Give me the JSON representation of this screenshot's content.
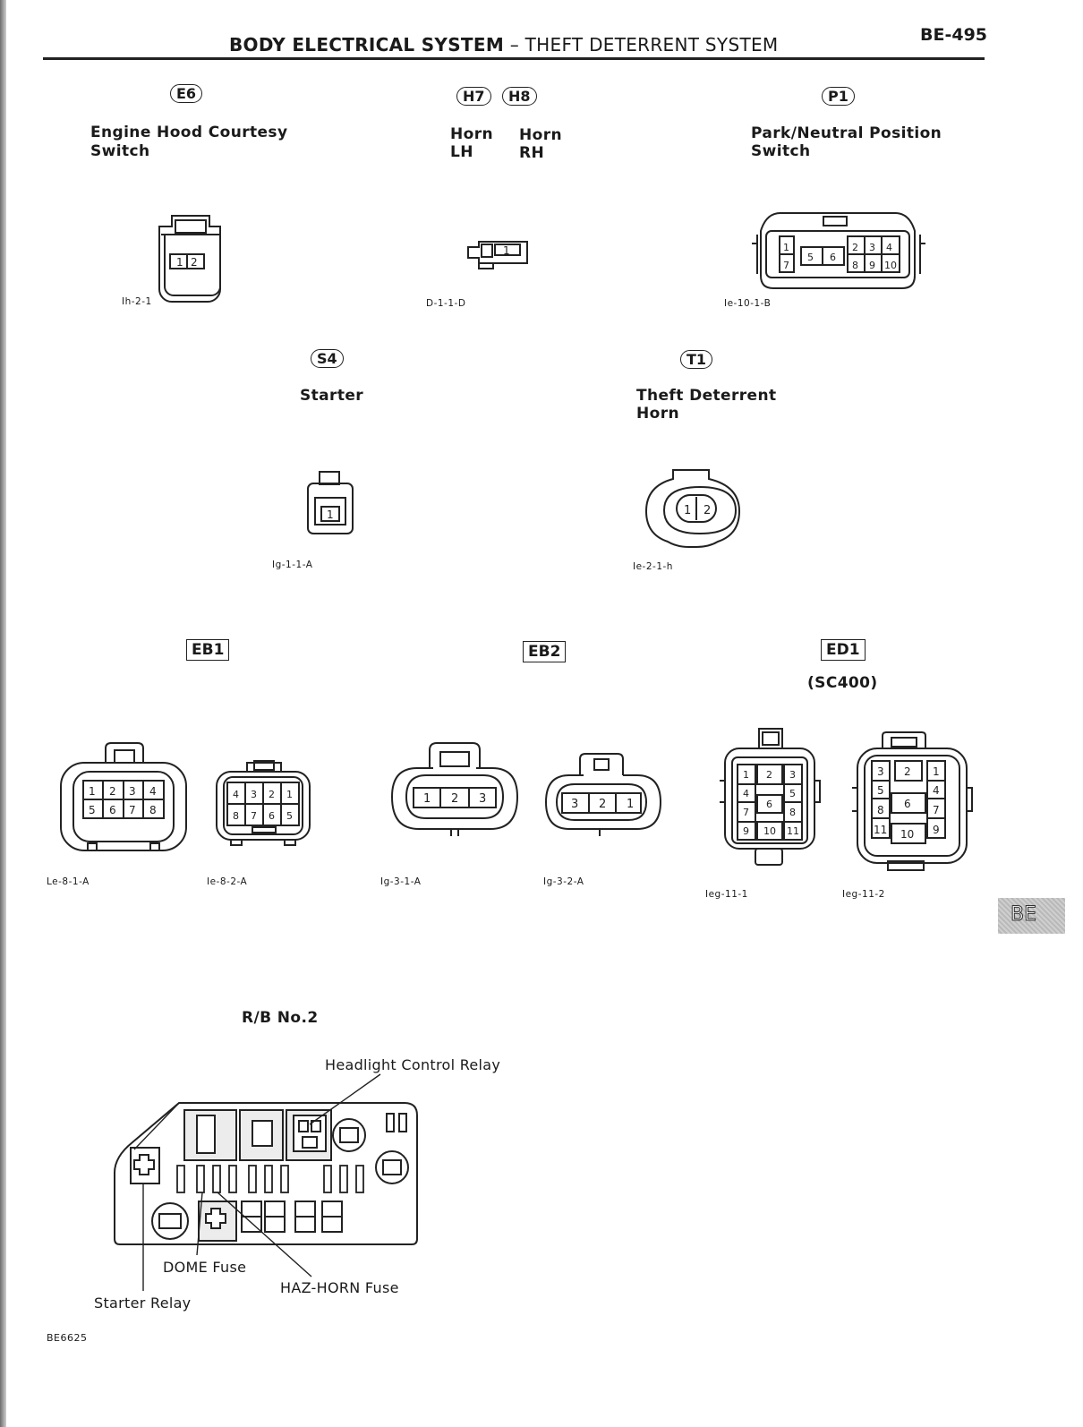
{
  "header": {
    "title_bold": "BODY ELECTRICAL SYSTEM",
    "title_sep": " – ",
    "title_rest": "THEFT DETERRENT SYSTEM",
    "page_number": "BE-495"
  },
  "tab": {
    "label": "BE"
  },
  "connectors": {
    "e6": {
      "id": "E6",
      "label_line1": "Engine Hood Courtesy",
      "label_line2": "Switch",
      "code": "Ih-2-1",
      "pins": [
        "1",
        "2"
      ]
    },
    "h7": {
      "id": "H7",
      "label_line1": "Horn",
      "label_line2": "LH"
    },
    "h8": {
      "id": "H8",
      "label_line1": "Horn",
      "label_line2": "RH",
      "code": "D-1-1-D",
      "pins": [
        "1"
      ]
    },
    "p1": {
      "id": "P1",
      "label_line1": "Park/Neutral Position",
      "label_line2": "Switch",
      "code": "Ie-10-1-B",
      "pins": [
        "1",
        "2",
        "3",
        "4",
        "5",
        "6",
        "7",
        "8",
        "9",
        "10"
      ]
    },
    "s4": {
      "id": "S4",
      "label_line1": "Starter",
      "code": "Ig-1-1-A",
      "pins": [
        "1"
      ]
    },
    "t1": {
      "id": "T1",
      "label_line1": "Theft Deterrent",
      "label_line2": "Horn",
      "code": "Ie-2-1-h",
      "pins": [
        "1",
        "2"
      ]
    },
    "eb1": {
      "id": "EB1",
      "code_left": "Le-8-1-A",
      "code_right": "Ie-8-2-A",
      "left_pins": [
        "1",
        "2",
        "3",
        "4",
        "5",
        "6",
        "7",
        "8"
      ],
      "right_pins": [
        "4",
        "3",
        "2",
        "1",
        "8",
        "7",
        "6",
        "5"
      ]
    },
    "eb2": {
      "id": "EB2",
      "code_left": "Ig-3-1-A",
      "code_right": "Ig-3-2-A",
      "left_pins": [
        "1",
        "2",
        "3"
      ],
      "right_pins": [
        "3",
        "2",
        "1"
      ]
    },
    "ed1": {
      "id": "ED1",
      "note": "(SC400)",
      "code_left": "Ieg-11-1",
      "code_right": "Ieg-11-2",
      "left_pins": [
        "1",
        "2",
        "3",
        "4",
        "5",
        "6",
        "7",
        "8",
        "9",
        "10",
        "11"
      ],
      "right_pins": [
        "3",
        "2",
        "1",
        "5",
        "4",
        "6",
        "8",
        "7",
        "11",
        "10",
        "9"
      ]
    }
  },
  "relay_block": {
    "title": "R/B No.2",
    "callouts": {
      "headlight": "Headlight Control Relay",
      "dome": "DOME Fuse",
      "haz_horn": "HAZ-HORN Fuse",
      "starter": "Starter Relay"
    }
  },
  "figure_id": "BE6625"
}
